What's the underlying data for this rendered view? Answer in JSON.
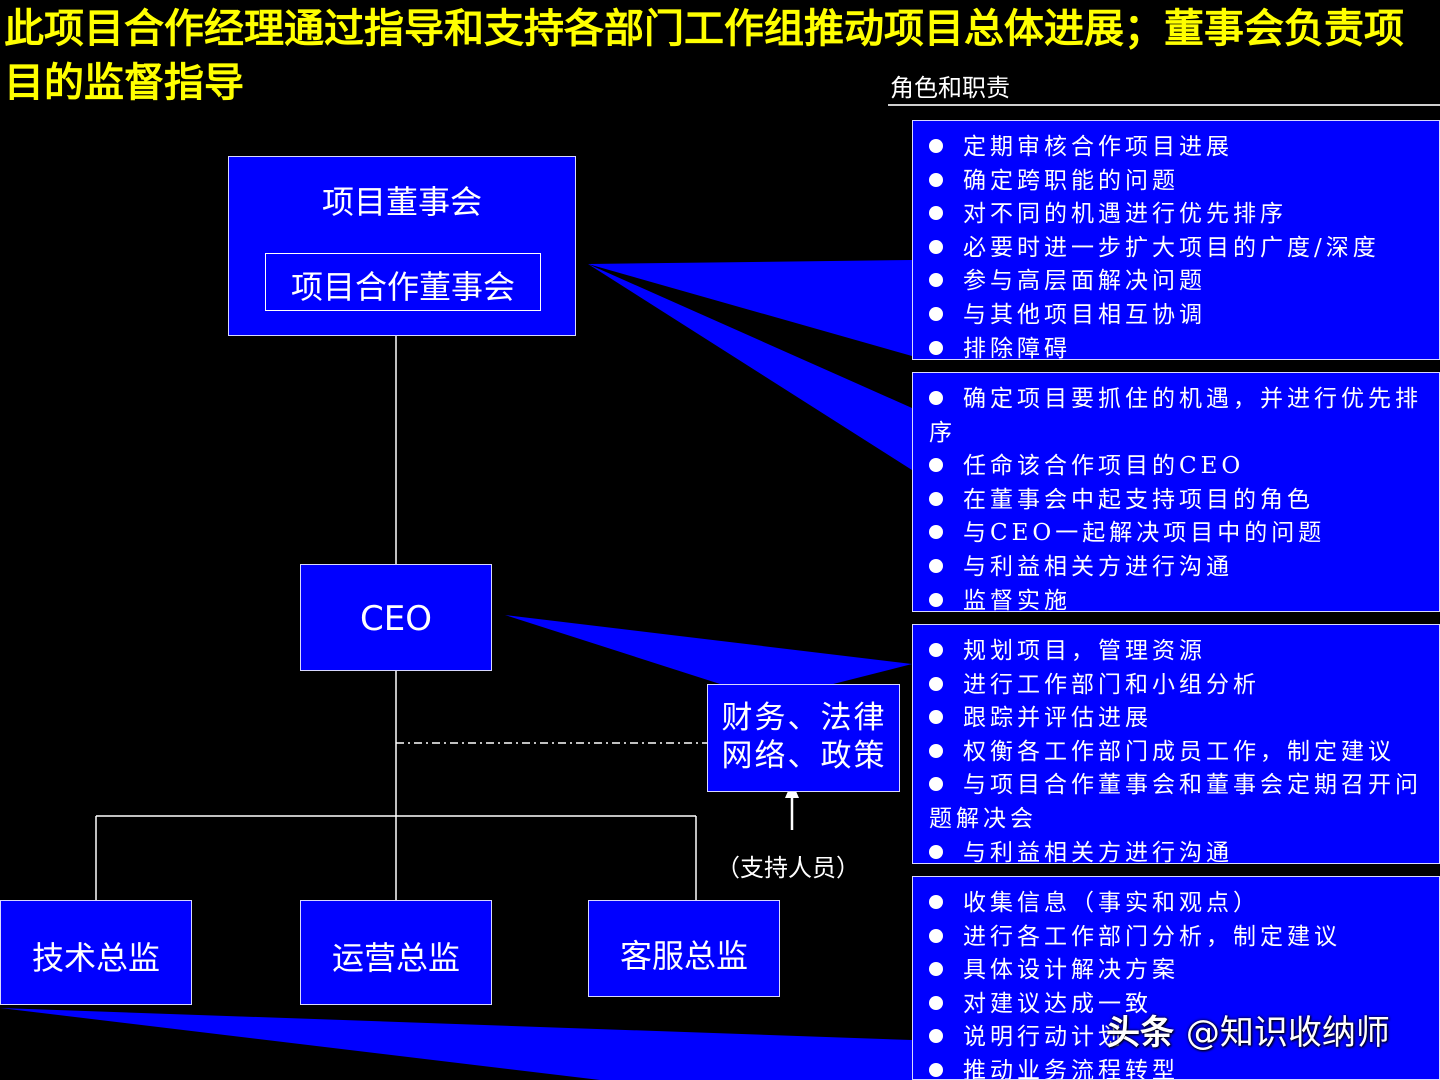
{
  "title": "此项目合作经理通过指导和支持各部门工作组推动项目总体进展；董事会负责项目的监督指导",
  "roles_label": "角色和职责",
  "org": {
    "board": "项目董事会",
    "coop_board": "项目合作董事会",
    "ceo": "CEO",
    "support": "财务、法律网络、政策",
    "support_note": "（支持人员）",
    "directors": [
      "技术总监",
      "运营总监",
      "客服总监"
    ]
  },
  "panels": [
    {
      "items": [
        "定期审核合作项目进展",
        "确定跨职能的问题",
        "对不同的机遇进行优先排序",
        "必要时进一步扩大项目的广度/深度",
        "参与高层面解决问题",
        "与其他项目相互协调",
        "排除障碍"
      ]
    },
    {
      "items": [
        "确定项目要抓住的机遇，并进行优先排序",
        "任命该合作项目的CEO",
        "在董事会中起支持项目的角色",
        "与CEO一起解决项目中的问题",
        "与利益相关方进行沟通",
        "监督实施"
      ]
    },
    {
      "items": [
        "规划项目，管理资源",
        "进行工作部门和小组分析",
        "跟踪并评估进展",
        "权衡各工作部门成员工作，制定建议",
        "与项目合作董事会和董事会定期召开问题解决会",
        "与利益相关方进行沟通"
      ]
    },
    {
      "items": [
        "收集信息（事实和观点）",
        "进行各工作部门分析，制定建议",
        "具体设计解决方案",
        "对建议达成一致",
        "说明行动计划",
        "推动业务流程转型"
      ]
    }
  ],
  "watermark": {
    "brand": "头条",
    "handle": "@知识收纳师"
  },
  "colors": {
    "background": "#000000",
    "box": "#0000ff",
    "title": "#ffff00",
    "text": "#ffffff"
  }
}
